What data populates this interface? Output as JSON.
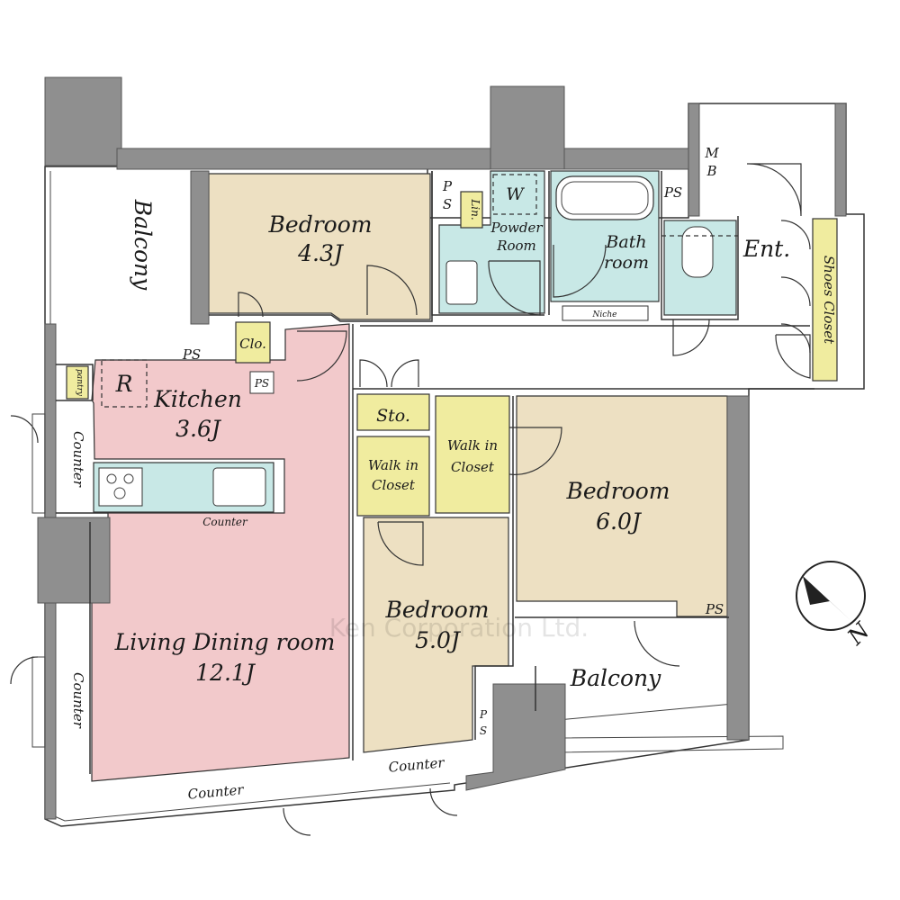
{
  "colors": {
    "bedroom": "#ede0c2",
    "living": "#f2c9cb",
    "wet": "#c8e8e6",
    "storage": "#f0ec9f",
    "wall": "#8f8f8f"
  },
  "rooms": {
    "bedroom_nw": {
      "name": "Bedroom",
      "size": "4.3J"
    },
    "bedroom_e": {
      "name": "Bedroom",
      "size": "6.0J"
    },
    "bedroom_s": {
      "name": "Bedroom",
      "size": "5.0J"
    },
    "kitchen": {
      "name": "Kitchen",
      "size": "3.6J"
    },
    "living": {
      "name": "Living Dining room",
      "size": "12.1J"
    },
    "bath": {
      "line1": "Bath",
      "line2": "room"
    },
    "powder": {
      "line1": "Powder",
      "line2": "Room"
    },
    "entrance": "Ent.",
    "shoes_closet": "Shoes Closet"
  },
  "storage": {
    "sto": "Sto.",
    "clo": "Clo.",
    "lin": "Lin.",
    "wic_left": {
      "line1": "Walk in",
      "line2": "Closet"
    },
    "wic_right": {
      "line1": "Walk in",
      "line2": "Closet"
    },
    "pantry": "pantry"
  },
  "fixtures": {
    "fridge": "R",
    "washer": "W",
    "niche": "Niche",
    "mb_line1": "M",
    "mb_line2": "B",
    "ps": "PS",
    "ps_v1": "P",
    "ps_v2": "S"
  },
  "balconies": {
    "west": "Balcony",
    "south": "Balcony"
  },
  "counters": {
    "kitchen": "Counter",
    "west_upper": "Counter",
    "west_lower": "Counter",
    "south": "Counter",
    "south_mid": "Counter"
  },
  "compass": "N",
  "watermark": "Ken Corporation Ltd."
}
